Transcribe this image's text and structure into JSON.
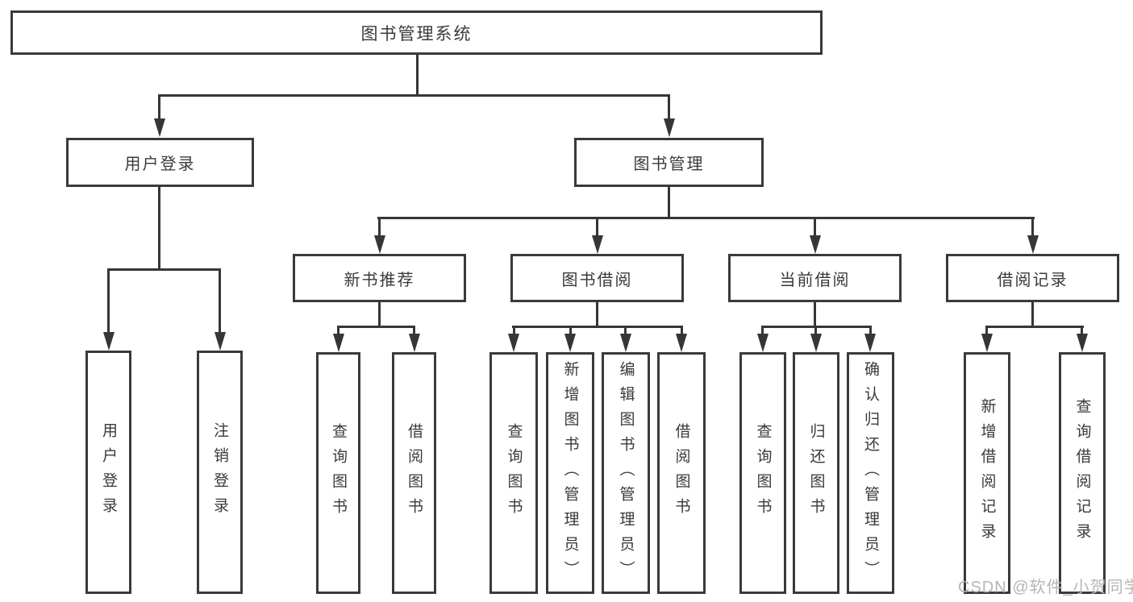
{
  "diagram": {
    "title": "图书管理系统",
    "branches": [
      {
        "label": "用户登录",
        "children": [
          "用户登录",
          "注销登录"
        ]
      },
      {
        "label": "图书管理",
        "children": [
          {
            "label": "新书推荐",
            "children": [
              "查询图书",
              "借阅图书"
            ]
          },
          {
            "label": "图书借阅",
            "children": [
              "查询图书",
              "新增图书（管理员）",
              "编辑图书（管理员）",
              "借阅图书"
            ]
          },
          {
            "label": "当前借阅",
            "children": [
              "查询图书",
              "归还图书",
              "确认归还（管理员）"
            ]
          },
          {
            "label": "借阅记录",
            "children": [
              "新增借阅记录",
              "查询借阅记录"
            ]
          }
        ]
      }
    ]
  },
  "watermark": {
    "text": "CSDN @软件_小贺同学"
  },
  "colors": {
    "line": "#363636",
    "border": "#3a3a3a",
    "text": "#3a3a3a",
    "watermark": "#b5b5b5",
    "background": "#ffffff"
  }
}
